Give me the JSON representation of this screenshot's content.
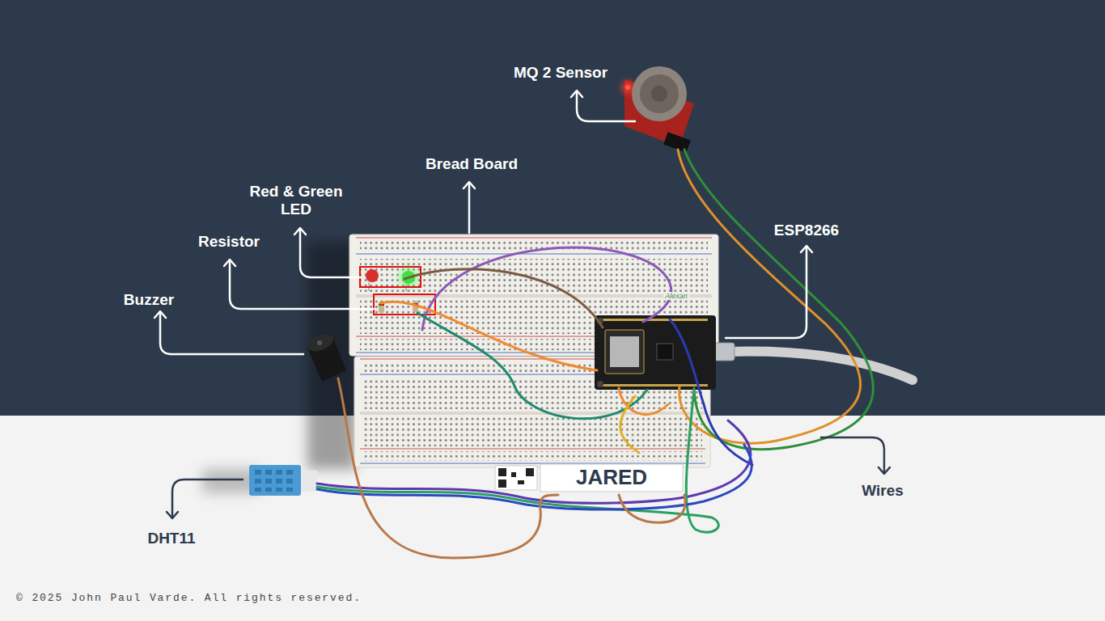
{
  "diagram": {
    "labels": [
      "MQ 2 Sensor",
      "Bread Board",
      "Red & Green LED",
      "Resistor",
      "Buzzer",
      "ESP8266",
      "Wires",
      "DHT11",
      "JARED",
      "© 2025 John Paul Varde. All rights reserved.",
      "Alexan"
    ]
  }
}
